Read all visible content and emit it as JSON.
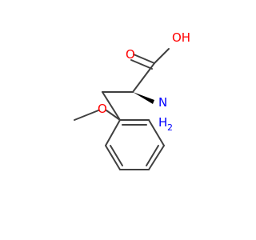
{
  "molecule": {
    "atoms": {
      "oh": {
        "text": "OH",
        "color": "#ff0000"
      },
      "carbonyl_o": {
        "text": "O",
        "color": "#ff0000"
      },
      "amine_n": {
        "text": "N",
        "color": "#0000ff"
      },
      "amine_h2": {
        "text": "H",
        "color": "#0000ff"
      },
      "amine_h2_sub": {
        "text": "2",
        "color": "#0000ff"
      },
      "methoxy_o": {
        "text": "O",
        "color": "#ff0000"
      }
    },
    "bond_color": "#404040"
  }
}
